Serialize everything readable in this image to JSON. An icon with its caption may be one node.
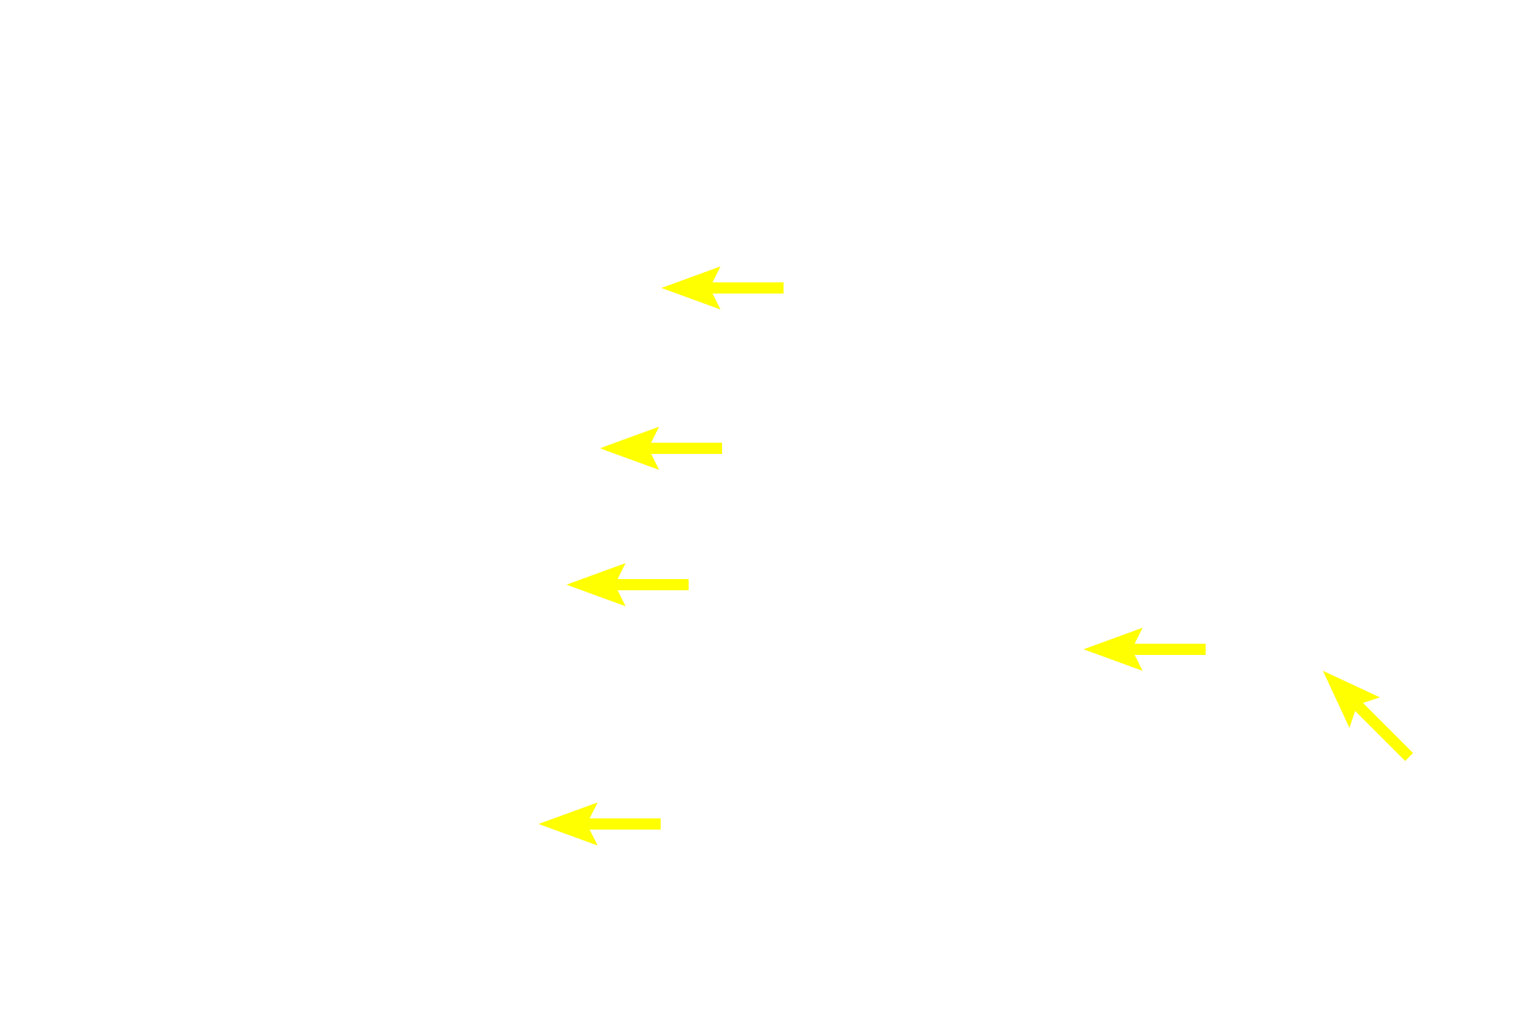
{
  "diagram": {
    "nodes": [
      {
        "text": [],
        "shape": "arrow"
      },
      {
        "text": [],
        "shape": "arrow"
      },
      {
        "text": [],
        "shape": "arrow"
      },
      {
        "text": [],
        "shape": "arrow"
      },
      {
        "text": [],
        "shape": "arrow"
      },
      {
        "text": [],
        "shape": "arrow"
      }
    ]
  }
}
